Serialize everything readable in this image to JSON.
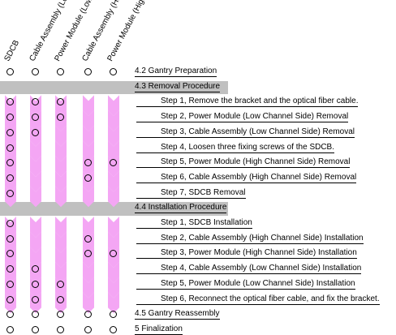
{
  "columns": [
    "SDCB",
    "Cable Assembly (Low)",
    "Power Module (Low)",
    "Cable Assembly (High)",
    "Power Module (High)"
  ],
  "colors": {
    "band": "#f4a6f4",
    "gray": "#c0c0c0"
  },
  "rows": [
    {
      "label": "4.2 Gantry Preparation",
      "kind": "section",
      "marks": [
        1,
        1,
        1,
        1,
        1
      ]
    },
    {
      "label": "4.3 Removal Procedure",
      "kind": "gray",
      "marks": [
        0,
        0,
        0,
        0,
        0
      ]
    },
    {
      "label": "Step 1, Remove the bracket and the optical fiber cable.",
      "kind": "step",
      "marks": [
        1,
        1,
        1,
        0,
        0
      ]
    },
    {
      "label": "Step 2, Power Module (Low Channel Side) Removal",
      "kind": "step",
      "marks": [
        1,
        1,
        1,
        0,
        0
      ]
    },
    {
      "label": "Step 3, Cable Assembly (Low Channel Side) Removal",
      "kind": "step",
      "marks": [
        1,
        1,
        0,
        0,
        0
      ]
    },
    {
      "label": "Step 4, Loosen three fixing screws of the SDCB.",
      "kind": "step",
      "marks": [
        1,
        0,
        0,
        0,
        0
      ]
    },
    {
      "label": "Step 5, Power Module (High Channel Side) Removal",
      "kind": "step",
      "marks": [
        1,
        0,
        0,
        1,
        1
      ]
    },
    {
      "label": "Step 6, Cable Assembly (High Channel Side) Removal",
      "kind": "step",
      "marks": [
        1,
        0,
        0,
        1,
        0
      ]
    },
    {
      "label": "Step 7, SDCB Removal",
      "kind": "step",
      "marks": [
        1,
        0,
        0,
        0,
        0
      ]
    },
    {
      "label": "4.4 Installation Procedure",
      "kind": "gray",
      "marks": [
        0,
        0,
        0,
        0,
        0
      ]
    },
    {
      "label": "Step 1, SDCB Installation",
      "kind": "step",
      "marks": [
        1,
        0,
        0,
        0,
        0
      ]
    },
    {
      "label": "Step 2, Cable Assembly (High Channel Side) Installation",
      "kind": "step",
      "marks": [
        1,
        0,
        0,
        1,
        0
      ]
    },
    {
      "label": "Step 3, Power Module (High Channel Side) Installation",
      "kind": "step",
      "marks": [
        1,
        0,
        0,
        1,
        1
      ]
    },
    {
      "label": "Step 4, Cable Assembly (Low Channel Side) Installation",
      "kind": "step",
      "marks": [
        1,
        1,
        0,
        0,
        0
      ]
    },
    {
      "label": "Step 5, Power Module (Low Channel Side) Installation",
      "kind": "step",
      "marks": [
        1,
        1,
        1,
        0,
        0
      ]
    },
    {
      "label": "Step 6, Reconnect the optical fiber cable, and fix the bracket.",
      "kind": "step",
      "marks": [
        1,
        1,
        1,
        0,
        0
      ]
    },
    {
      "label": "4.5 Gantry Reassembly",
      "kind": "section",
      "marks": [
        1,
        1,
        1,
        1,
        1
      ]
    },
    {
      "label": "5 Finalization",
      "kind": "section",
      "marks": [
        1,
        1,
        1,
        1,
        1
      ]
    }
  ]
}
